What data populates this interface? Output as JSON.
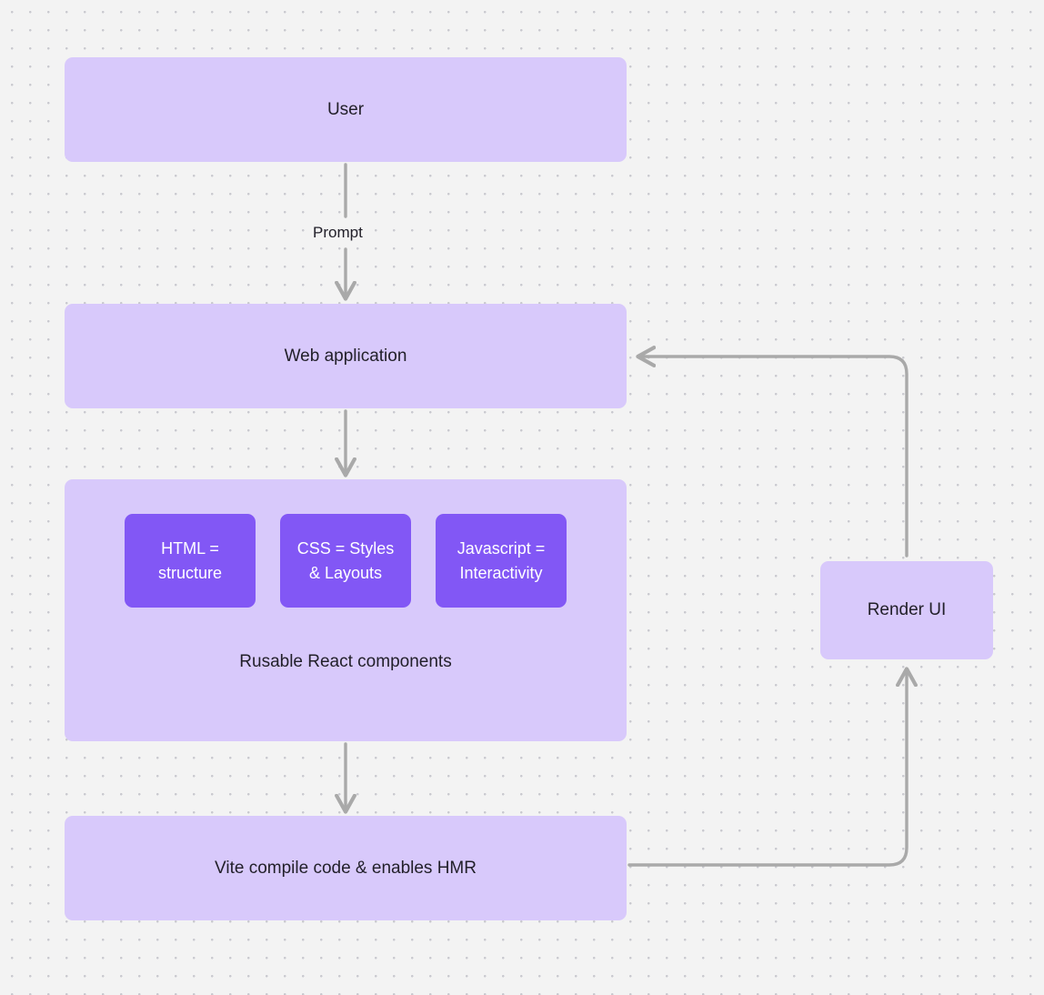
{
  "diagram": {
    "type": "flowchart",
    "background": "#f3f3f3",
    "grid": "dotted",
    "colors": {
      "node_light": "#d8c9fb",
      "node_dark": "#8257f5",
      "edge": "#a9a9a9",
      "text_dark": "#22202a",
      "text_light": "#ffffff"
    },
    "nodes": {
      "user": {
        "label": "User"
      },
      "webapp": {
        "label": "Web application"
      },
      "react": {
        "caption": "Rusable React components",
        "chips": [
          {
            "label": "HTML =\nstructure"
          },
          {
            "label": "CSS = Styles\n& Layouts"
          },
          {
            "label": "Javascript =\nInteractivity"
          }
        ]
      },
      "vite": {
        "label": "Vite compile code & enables HMR"
      },
      "render": {
        "label": "Render UI"
      }
    },
    "edges": [
      {
        "from": "user",
        "to": "webapp",
        "label": "Prompt",
        "direction": "down"
      },
      {
        "from": "webapp",
        "to": "react",
        "label": "",
        "direction": "down"
      },
      {
        "from": "react",
        "to": "vite",
        "label": "",
        "direction": "down"
      },
      {
        "from": "vite",
        "to": "render",
        "label": "",
        "direction": "right-up"
      },
      {
        "from": "render",
        "to": "webapp",
        "label": "",
        "direction": "up-left"
      }
    ]
  }
}
